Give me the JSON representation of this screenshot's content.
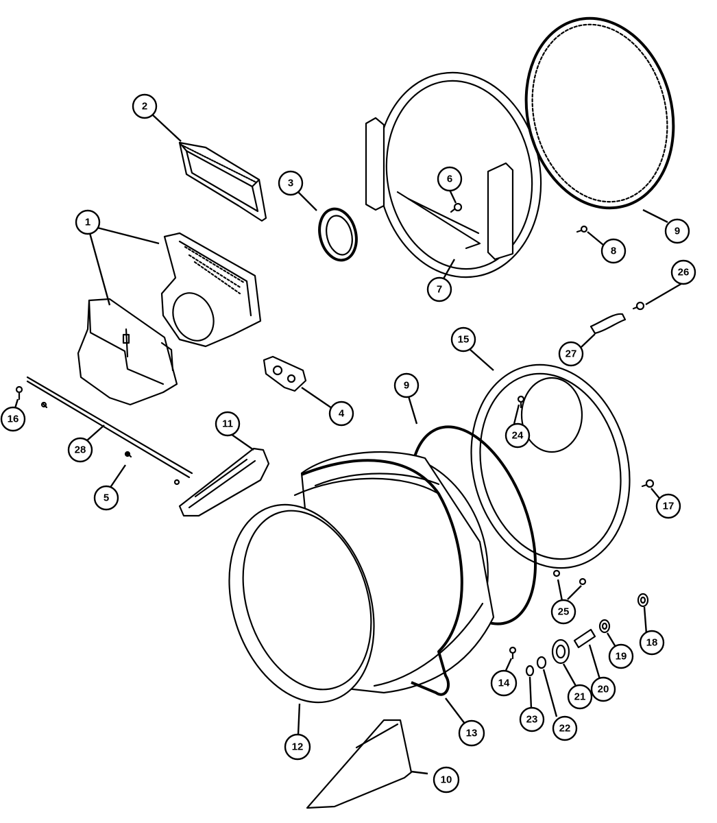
{
  "callouts": [
    {
      "id": "c1",
      "label": "1"
    },
    {
      "id": "c2",
      "label": "2"
    },
    {
      "id": "c3",
      "label": "3"
    },
    {
      "id": "c4",
      "label": "4"
    },
    {
      "id": "c5",
      "label": "5"
    },
    {
      "id": "c6",
      "label": "6"
    },
    {
      "id": "c7",
      "label": "7"
    },
    {
      "id": "c8",
      "label": "8"
    },
    {
      "id": "c9a",
      "label": "9"
    },
    {
      "id": "c9b",
      "label": "9"
    },
    {
      "id": "c10",
      "label": "10"
    },
    {
      "id": "c11",
      "label": "11"
    },
    {
      "id": "c12",
      "label": "12"
    },
    {
      "id": "c13",
      "label": "13"
    },
    {
      "id": "c14",
      "label": "14"
    },
    {
      "id": "c15",
      "label": "15"
    },
    {
      "id": "c16",
      "label": "16"
    },
    {
      "id": "c17",
      "label": "17"
    },
    {
      "id": "c18",
      "label": "18"
    },
    {
      "id": "c19",
      "label": "19"
    },
    {
      "id": "c20",
      "label": "20"
    },
    {
      "id": "c21",
      "label": "21"
    },
    {
      "id": "c22",
      "label": "22"
    },
    {
      "id": "c23",
      "label": "23"
    },
    {
      "id": "c24",
      "label": "24"
    },
    {
      "id": "c25",
      "label": "25"
    },
    {
      "id": "c26",
      "label": "26"
    },
    {
      "id": "c27",
      "label": "27"
    },
    {
      "id": "c28",
      "label": "28"
    }
  ]
}
